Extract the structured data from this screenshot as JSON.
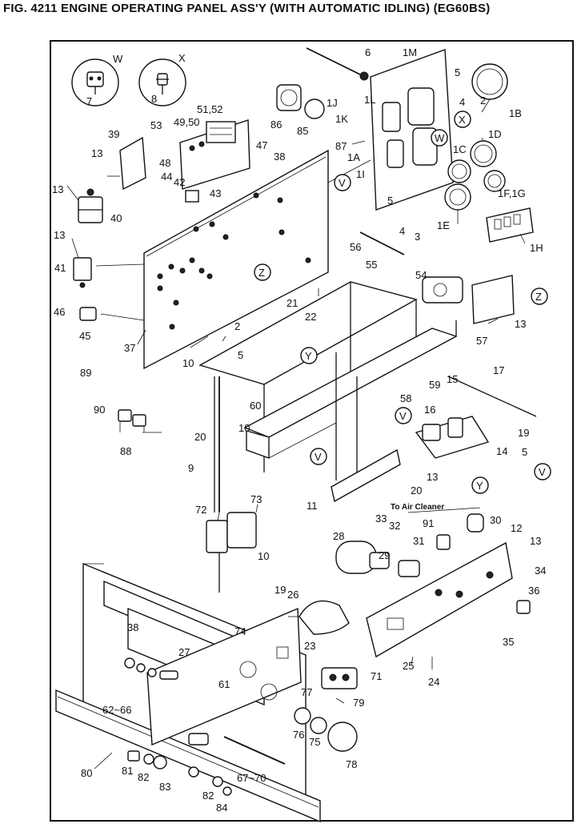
{
  "title": "FIG. 4211  ENGINE OPERATING PANEL ASS'Y (WITH AUTOMATIC IDLING) (EG60BS)",
  "note": "To Air Cleaner",
  "callouts": {
    "W": "W",
    "X": "X",
    "Y": "Y",
    "Z": "Z",
    "V": "V"
  },
  "parts": {
    "p1A": "1A",
    "p1B": "1B",
    "p1C": "1C",
    "p1D": "1D",
    "p1E": "1E",
    "p1FG": "1F,1G",
    "p1H": "1H",
    "p1I": "1I",
    "p1J": "1J",
    "p1K": "1K",
    "p1L": "1L",
    "p1M": "1M",
    "p2": "2",
    "p3": "3",
    "p4": "4",
    "p5": "5",
    "p6": "6",
    "p7": "7",
    "p8": "8",
    "p9": "9",
    "p10": "10",
    "p11": "11",
    "p12": "12",
    "p13": "13",
    "p14": "14",
    "p15": "15",
    "p16": "16",
    "p17": "17",
    "p19": "19",
    "p20": "20",
    "p21": "21",
    "p22": "22",
    "p23": "23",
    "p24": "24",
    "p25": "25",
    "p26": "26",
    "p27": "27",
    "p28": "28",
    "p29": "29",
    "p30": "30",
    "p31": "31",
    "p32": "32",
    "p33": "33",
    "p34": "34",
    "p35": "35",
    "p36": "36",
    "p37": "37",
    "p38": "38",
    "p39": "39",
    "p40": "40",
    "p41": "41",
    "p42": "42",
    "p43": "43",
    "p44": "44",
    "p45": "45",
    "p46": "46",
    "p47": "47",
    "p48": "48",
    "p4950": "49,50",
    "p5152": "51,52",
    "p53": "53",
    "p54": "54",
    "p55": "55",
    "p56": "56",
    "p57": "57",
    "p58": "58",
    "p59": "59",
    "p60": "60",
    "p61": "61",
    "p6266": "62~66",
    "p6770": "67~70",
    "p71": "71",
    "p72": "72",
    "p73": "73",
    "p74": "74",
    "p75": "75",
    "p76": "76",
    "p77": "77",
    "p78": "78",
    "p79": "79",
    "p80": "80",
    "p81": "81",
    "p82": "82",
    "p83": "83",
    "p84": "84",
    "p85": "85",
    "p86": "86",
    "p87": "87",
    "p88": "88",
    "p89": "89",
    "p90": "90",
    "p91": "91"
  }
}
